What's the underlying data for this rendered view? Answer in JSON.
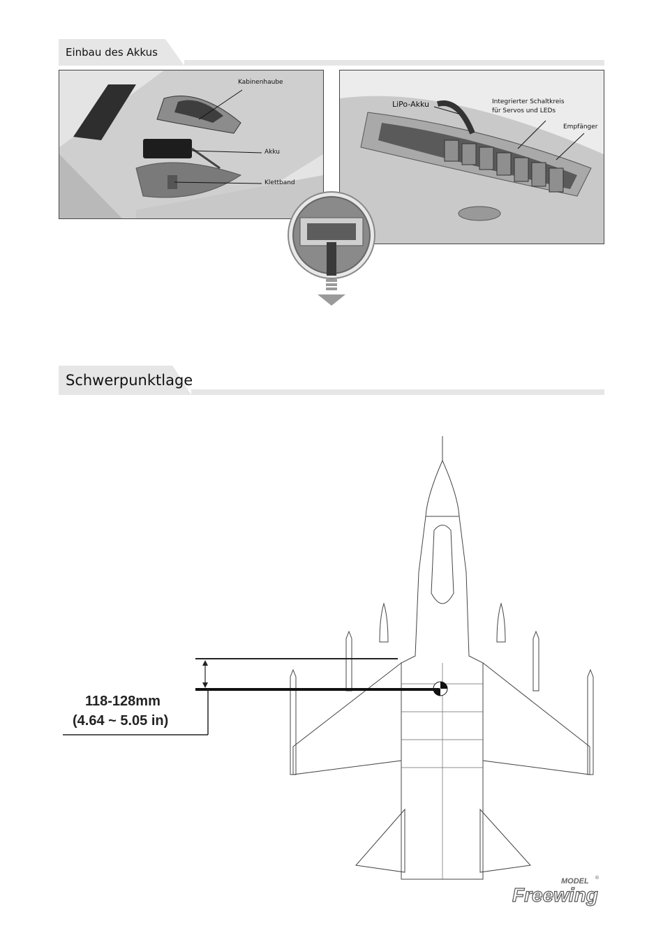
{
  "battery_section": {
    "title": "Einbau des Akkus",
    "left_panel": {
      "labels": {
        "canopy": "Kabinenhaube",
        "battery": "Akku",
        "velcro": "Klettband"
      }
    },
    "right_panel": {
      "labels": {
        "lipo": "LiPo-Akku",
        "circuit_line1": "Integrierter Schaltkreis",
        "circuit_line2": "für Servos und LEDs",
        "receiver": "Empfänger"
      }
    }
  },
  "cg_section": {
    "title": "Schwerpunktlage",
    "range_mm": "118-128mm",
    "range_in": "(4.64 ~ 5.05 in)"
  },
  "brand": {
    "name": "Freewing",
    "sub": "MODEL",
    "registered": "®"
  },
  "colors": {
    "header_gray": "#e6e6e6",
    "panel_gray": "#e9e9e9"
  }
}
